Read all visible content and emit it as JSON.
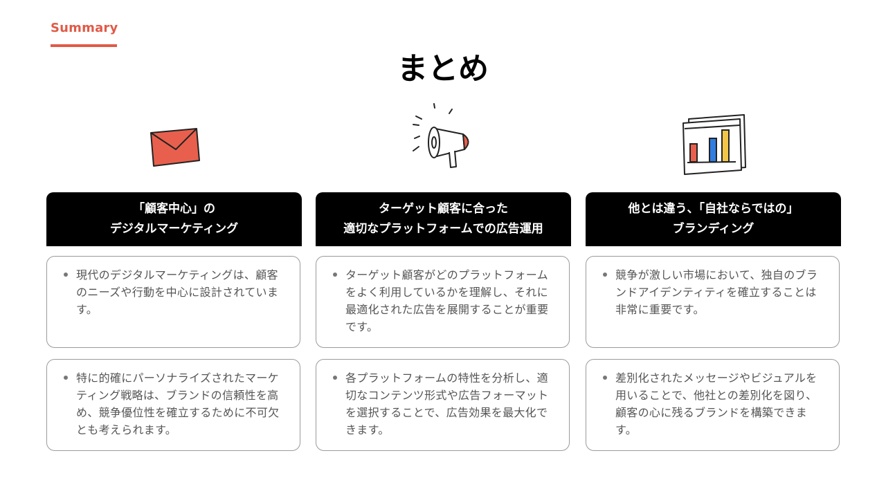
{
  "header": {
    "summary_label": "Summary",
    "title": "まとめ"
  },
  "accent_color": "#e05a47",
  "columns": [
    {
      "icon": "envelope-icon",
      "header_line1": "「顧客中心」の",
      "header_line2": "デジタルマーケティング",
      "cards": [
        "現代のデジタルマーケティングは、顧客のニーズや行動を中心に設計されています。",
        "特に的確にパーソナライズされたマーケティング戦略は、ブランドの信頼性を高め、競争優位性を確立するために不可欠とも考えられます。"
      ]
    },
    {
      "icon": "megaphone-icon",
      "header_line1": "ターゲット顧客に合った",
      "header_line2": "適切なプラットフォームでの広告運用",
      "cards": [
        "ターゲット顧客がどのプラットフォームをよく利用しているかを理解し、それに最適化された広告を展開することが重要です。",
        "各プラットフォームの特性を分析し、適切なコンテンツ形式や広告フォーマットを選択することで、広告効果を最大化できます。"
      ]
    },
    {
      "icon": "bar-chart-board-icon",
      "header_line1": "他とは違う、「自社ならではの」",
      "header_line2": "ブランディング",
      "cards": [
        "競争が激しい市場において、独自のブランドアイデンティティを確立することは非常に重要です。",
        "差別化されたメッセージやビジュアルを用いることで、他社との差別化を図り、顧客の心に残るブランドを構築できます。"
      ]
    }
  ]
}
